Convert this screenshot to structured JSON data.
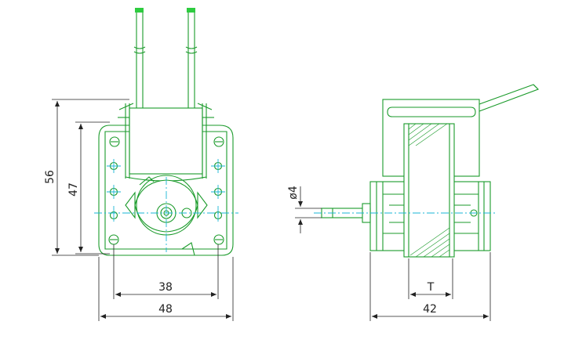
{
  "colors": {
    "outline": "#1a9a2a",
    "centerline": "#19b5d4",
    "dimension": "#222222"
  },
  "front_view": {
    "dim_height_outer": "56",
    "dim_height_inner": "47",
    "dim_width_holes": "38",
    "dim_width_outer": "48"
  },
  "side_view": {
    "dim_shaft_diameter": "ø4",
    "dim_T": "T",
    "dim_width": "42"
  }
}
